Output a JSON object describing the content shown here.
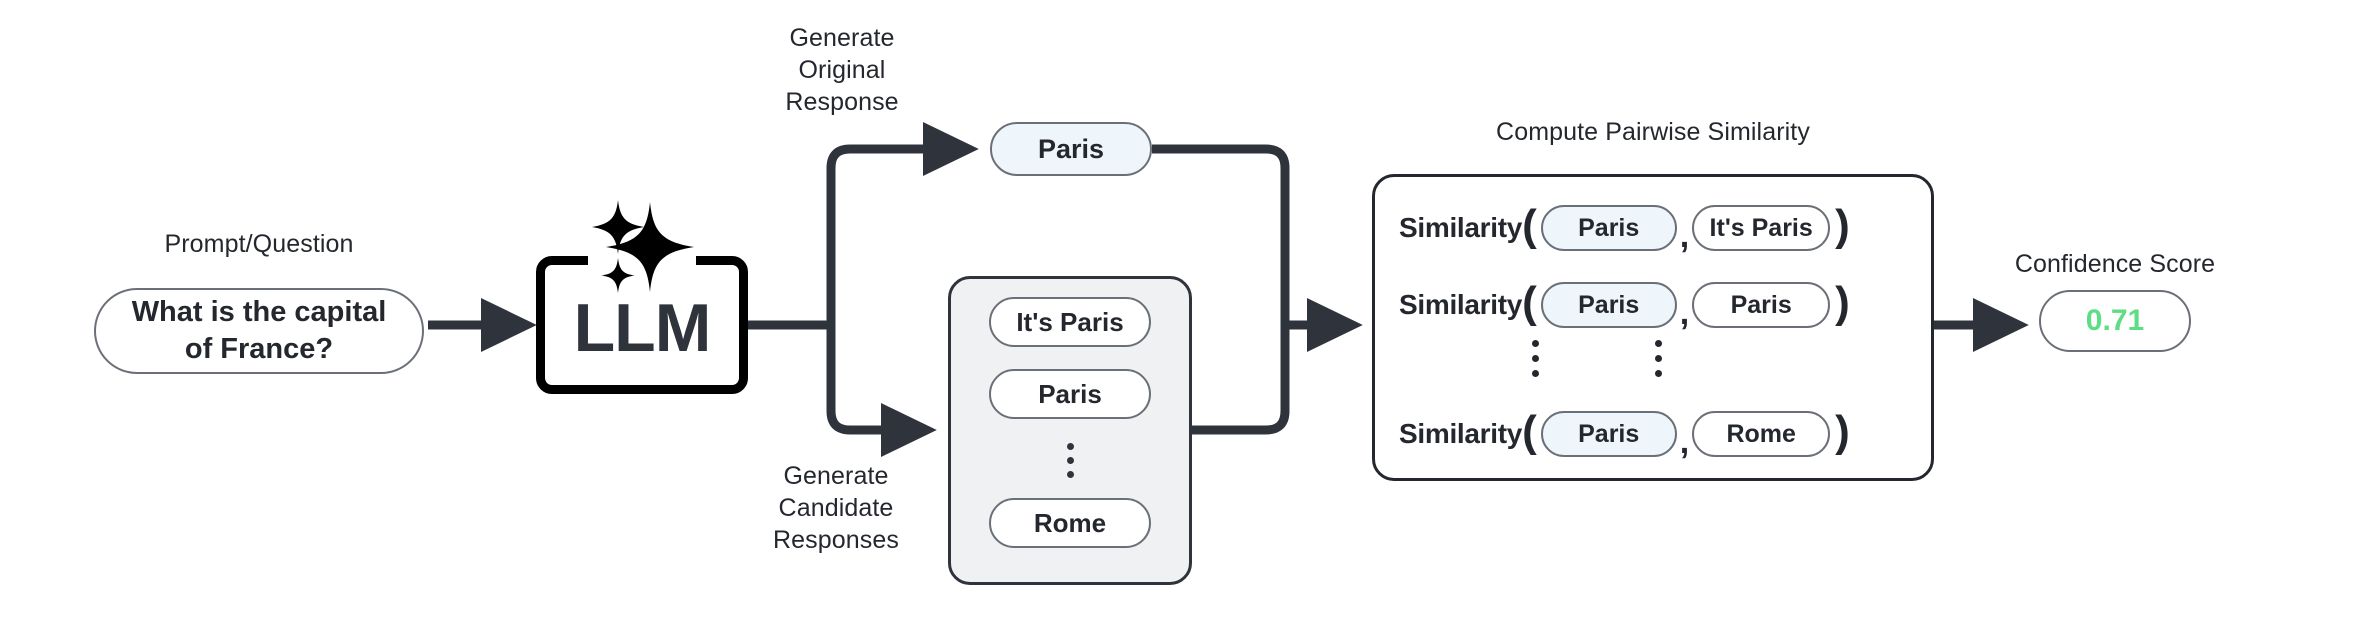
{
  "diagram": {
    "title": "LLM self-consistency confidence estimation pipeline",
    "prompt": {
      "caption": "Prompt/Question",
      "text": "What is the capital\nof France?"
    },
    "model": {
      "label": "LLM",
      "icon": "sparkles-icon"
    },
    "branches": {
      "original_caption": "Generate\nOriginal\nResponse",
      "candidate_caption": "Generate\nCandidate\nResponses"
    },
    "original_response": {
      "text": "Paris"
    },
    "candidate_responses": {
      "items": [
        {
          "text": "It's Paris"
        },
        {
          "text": "Paris"
        },
        {
          "text": "Rome"
        }
      ],
      "ellipsis": "⋮"
    },
    "similarity": {
      "caption": "Compute Pairwise Similarity",
      "function_label": "Similarity",
      "open_paren": "(",
      "close_paren": ")",
      "comma": ",",
      "rows": [
        {
          "left": "Paris",
          "right": "It's Paris"
        },
        {
          "left": "Paris",
          "right": "Paris"
        },
        {
          "left": "Paris",
          "right": "Rome"
        }
      ],
      "ellipsis": "⋮"
    },
    "confidence": {
      "caption": "Confidence Score",
      "value": "0.71"
    },
    "colors": {
      "original_pill_fill": "#eef6fc",
      "candidate_panel_fill": "#f0f1f3",
      "text": "#24282e",
      "wire": "#2f343c",
      "confidence_value": "#5ddd84",
      "llm_border": "#000000",
      "pill_border": "#6b7078"
    }
  }
}
